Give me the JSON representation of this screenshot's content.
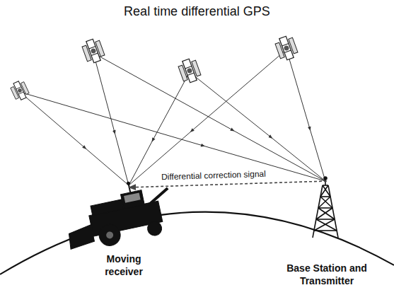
{
  "diagram": {
    "title": "Real time differential GPS",
    "nodes": [
      {
        "text": [
          "Moving receiver"
        ]
      },
      {
        "text": [
          "Base Station and Transmitter"
        ]
      }
    ],
    "edges": [
      {
        "from": 1,
        "to": 0,
        "arrow": "to",
        "label": "Differential correction signal"
      }
    ]
  }
}
